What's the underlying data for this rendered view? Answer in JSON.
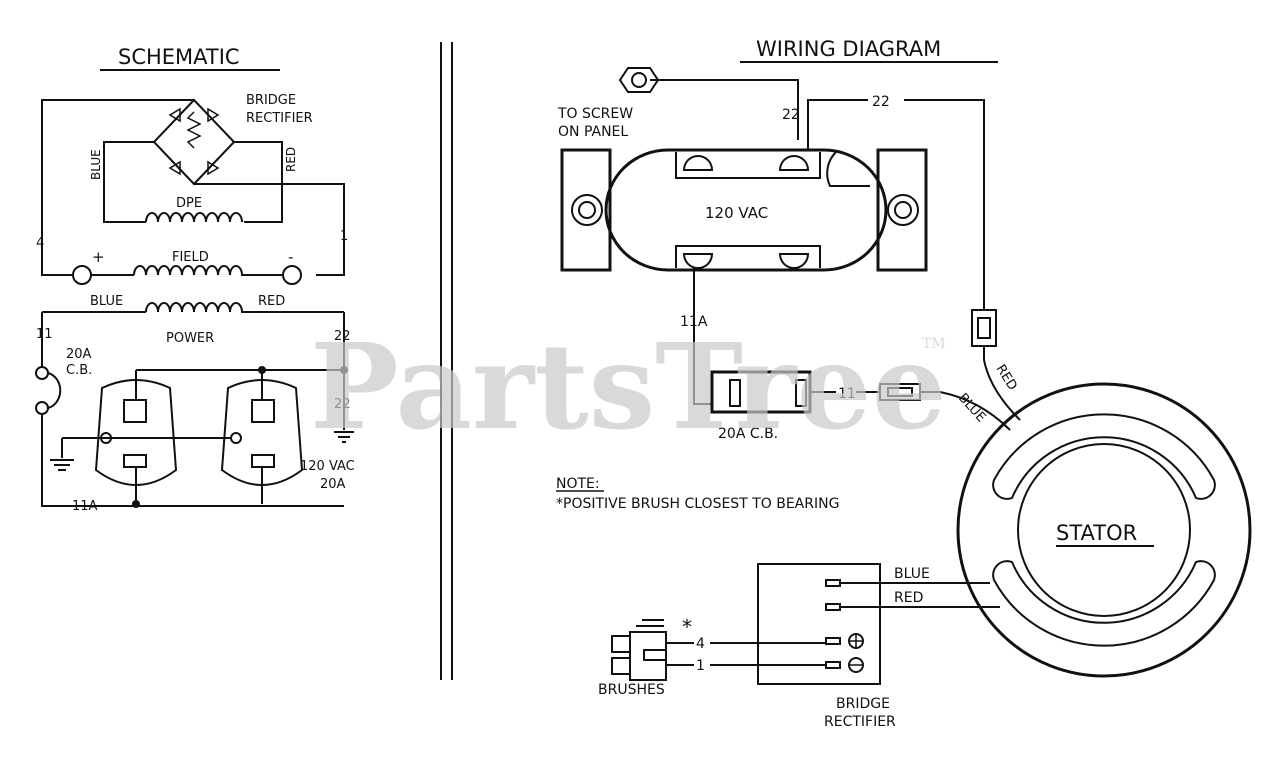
{
  "schematic": {
    "title": "SCHEMATIC",
    "bridge_label_1": "BRIDGE",
    "bridge_label_2": "RECTIFIER",
    "blue_vertical": "BLUE",
    "red_vertical": "RED",
    "dpe": "DPE",
    "wire_4": "4",
    "wire_1": "1",
    "plus": "+",
    "minus": "-",
    "field": "FIELD",
    "blue": "BLUE",
    "red": "RED",
    "power": "POWER",
    "wire_11": "11",
    "cb_1": "20A",
    "cb_2": "C.B.",
    "wire_22_top": "22",
    "wire_22_bottom": "22",
    "outlet_1": "120 VAC",
    "outlet_2": "20A",
    "wire_11a": "11A"
  },
  "wiring": {
    "title": "WIRING DIAGRAM",
    "screw_1": "TO SCREW",
    "screw_2": "ON PANEL",
    "wire_22_a": "22",
    "wire_22_b": "22",
    "outlet": "120 VAC",
    "wire_11a": "11A",
    "wire_11": "11",
    "cb": "20A C.B.",
    "note_title": "NOTE:",
    "note_text": "*POSITIVE BRUSH CLOSEST TO BEARING",
    "red": "RED",
    "blue": "BLUE",
    "stator": "STATOR",
    "blue_lead": "BLUE",
    "red_lead": "RED",
    "asterisk": "*",
    "wire_4": "4",
    "wire_1": "1",
    "brushes": "BRUSHES",
    "bridge_1": "BRIDGE",
    "bridge_2": "RECTIFIER"
  },
  "watermark": {
    "text": "PartsTree",
    "tm": "TM"
  }
}
